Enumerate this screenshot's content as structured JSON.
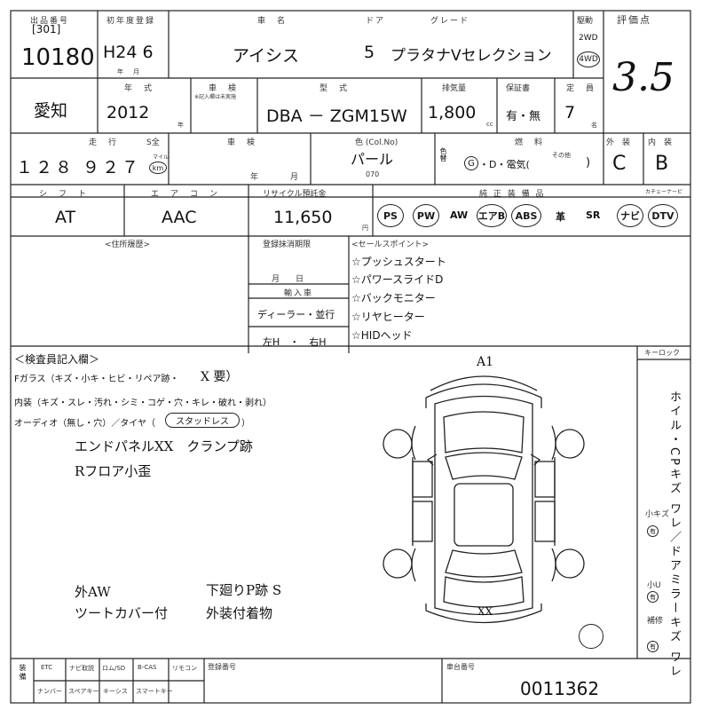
{
  "header": {
    "lbl_lot": "出品番号",
    "lbl_year": "初年度登録",
    "lbl_name": "車　名",
    "lbl_door": "ドア",
    "lbl_grade": "グレード",
    "lbl_drive": "駆動",
    "lbl_score": "評価点",
    "lot_sub": "[301]",
    "lot_no": "10180",
    "year": "H24 6",
    "year_unit": "年　月",
    "car_name": "アイシス",
    "doors": "5",
    "grade": "プラタナVセレクション",
    "drive_2wd": "2WD",
    "drive_4wd": "4WD",
    "score": "3.5"
  },
  "row2": {
    "lbl_model_year": "年　式",
    "lbl_cert": "車　検",
    "lbl_type": "型　式",
    "lbl_cc": "排気量",
    "lbl_warranty": "保証書",
    "lbl_cap": "定　員",
    "region": "愛知",
    "model_year": "2012",
    "year_suffix": "年",
    "cert_note": "※記入欄は未実施",
    "model_code": "DBA － ZGM15W",
    "displacement": "1,800",
    "cc_unit": "cc",
    "warranty": "有・無",
    "capacity": "7",
    "cap_unit": "名"
  },
  "row3": {
    "lbl_mileage": "走　行",
    "lbl_mile_check": "S全",
    "lbl_cert2": "車　検",
    "lbl_color": "色 (Col.No)",
    "lbl_fuel": "燃　料",
    "lbl_exterior": "外　装",
    "lbl_interior": "内　装",
    "mileage": "１２８ ９２７",
    "mile_unit_mile": "マイル",
    "mile_unit_km": "km",
    "cert_ym": "年　　　　月",
    "color": "パール",
    "color_no": "070",
    "color_change_label": "色替",
    "fuel_g": "G",
    "fuel_options": "・D・電気(",
    "fuel_other": "その他",
    "fuel_close": ")",
    "exterior": "C",
    "interior": "B"
  },
  "row4": {
    "lbl_shift": "シ　フ　ト",
    "lbl_ac": "エ　ア　コ　ン",
    "lbl_recycle": "リサイクル預託金",
    "lbl_equipment": "純 正 装 備 品",
    "lbl_card": "カチェーナービ",
    "shift": "AT",
    "ac": "AAC",
    "recycle": "11,650",
    "recycle_unit": "円",
    "equipment": [
      "PS",
      "PW",
      "AW",
      "エアB",
      "ABS",
      "革",
      "SR",
      "ナビ",
      "DTV"
    ]
  },
  "row5": {
    "lbl_history": "<住所履歴>",
    "lbl_reg_deadline": "登録抹消期限",
    "reg_unit": "月　　日",
    "lbl_import": "輸入車",
    "import_value": "ディーラー・並行",
    "handle": "左H　・　右H",
    "lbl_points": "<セールスポイント>",
    "points": [
      "☆プッシュスタート",
      "☆パワースライドD",
      "☆バックモニター",
      "☆リヤヒーター",
      "☆HIDヘッド"
    ]
  },
  "inspection": {
    "lbl_title": "＜検査員記入欄＞",
    "glass_line": "Fガラス（キズ・小キ・ヒビ・リペア跡・",
    "glass_mark": "X 要）",
    "interior_line": "内装（キズ・スレ・汚れ・シミ・コゲ・穴・キレ・破れ・剥れ）",
    "audio_line": "オーディオ（無し・穴）／タイヤ（",
    "tire_circled": "スタッドレス",
    "tire_close": "）",
    "notes": [
      "エンドパネルXX　クランプ跡",
      "Rフロア小歪",
      "外AW",
      "ツートカバー付",
      "下廻りP跡 S",
      "外装付着物"
    ],
    "diagram_front": "A1",
    "diagram_rear": "XX",
    "lbl_keylock": "キーロック",
    "legend_vertical": "ホイル・CPキズ ワレ／ドアミラーキズ ワレ",
    "legend_small_scratch": "小キズ",
    "legend_small_u": "小U",
    "legend_repair": "補修",
    "legend_marks": [
      "有",
      "有",
      "有"
    ]
  },
  "footer": {
    "labels_top": [
      "ETC",
      "ナビ取説",
      "ロム/SD",
      "B-CAS",
      "リモコン"
    ],
    "labels_bottom": [
      "ナンバー",
      "スペアキー",
      "キーシス",
      "スマートキー"
    ],
    "side_label": "装備",
    "lbl_reg_no": "登録番号",
    "lbl_car_id": "車台番号",
    "car_id": "0011362"
  }
}
